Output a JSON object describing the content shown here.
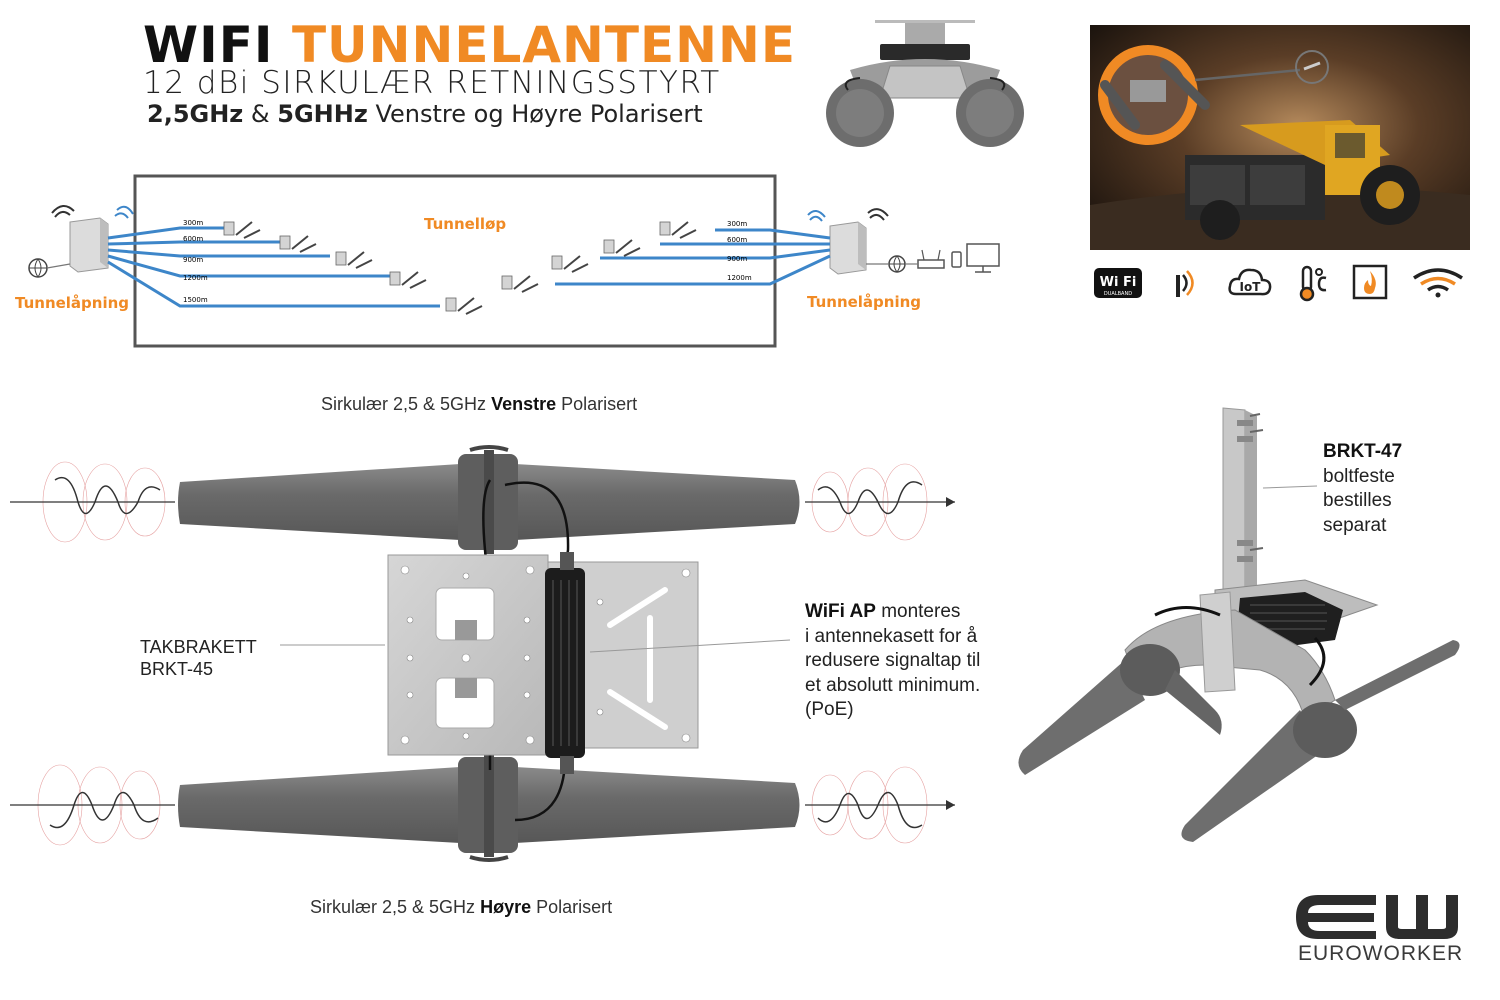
{
  "header": {
    "title_word1": "WIFI",
    "title_word2": "TUNNELANTENNE",
    "subtitle": "12 dBi SIRKULÆR RETNINGSSTYRT",
    "band1": "2,5GHz",
    "amp": "&",
    "band2": "5GHHz",
    "polarization": "Venstre og Høyre Polarisert"
  },
  "diagram": {
    "tunnel_label": "Tunnelløp",
    "left_opening": "Tunnelåpning",
    "right_opening": "Tunnelåpning",
    "left_distances": [
      "300m",
      "600m",
      "900m",
      "1200m",
      "1500m"
    ],
    "right_distances": [
      "300m",
      "600m",
      "900m",
      "1200m"
    ]
  },
  "features": {
    "icons": [
      "wifi-dualband-icon",
      "signal-icon",
      "iot-cloud-icon",
      "temperature-icon",
      "fire-icon",
      "wifi-signal-icon"
    ],
    "wifi_badge": "Wi Fi",
    "wifi_badge_sub": "DUALBAND",
    "iot_label": "IoT"
  },
  "captions": {
    "top_pre": "Sirkulær 2,5 & 5GHz",
    "top_bold": "Venstre",
    "top_post": "Polarisert",
    "bottom_pre": "Sirkulær 2,5 & 5GHz",
    "bottom_bold": "Høyre",
    "bottom_post": "Polarisert"
  },
  "bracket_label": {
    "line1": "TAKBRAKETT",
    "line2": "BRKT-45"
  },
  "ap_note": {
    "bold": "WiFi AP",
    "line1_rest": "monteres",
    "line2": "i antennekasett for å",
    "line3": "redusere signaltap til",
    "line4": "et absolutt minimum.",
    "line5": "(PoE)"
  },
  "brkt47": {
    "title": "BRKT-47",
    "line1": "boltfeste",
    "line2": "bestilles",
    "line3": "separat"
  },
  "logo": {
    "mark": "EW",
    "name": "EUROWORKER"
  },
  "colors": {
    "accent": "#f08a24",
    "link_blue": "#3d86c9",
    "antenna_gray": "#6d6d6d",
    "plate_steel": "#c9c9c9"
  }
}
